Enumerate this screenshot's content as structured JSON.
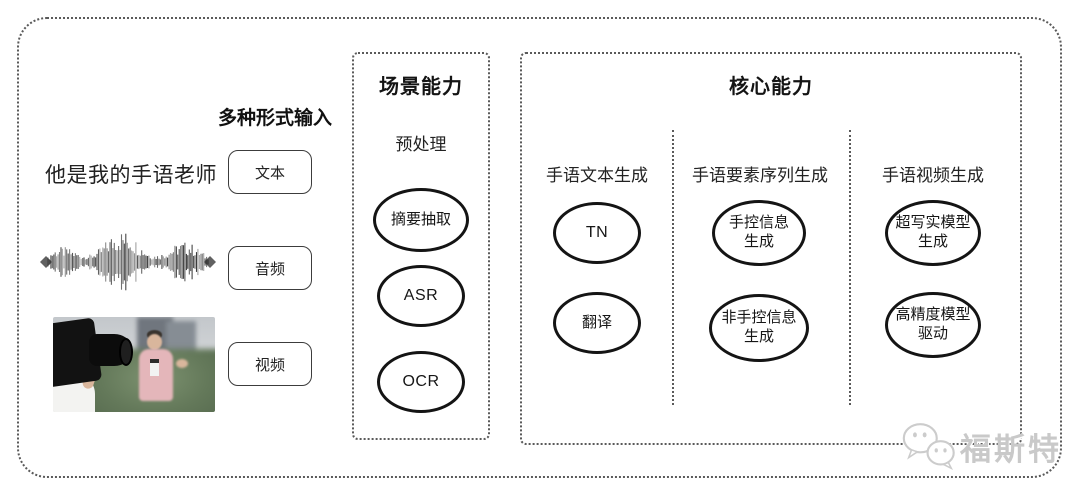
{
  "input_section": {
    "title": "多种形式输入",
    "sample_text": "他是我的手语老师",
    "items": [
      {
        "label": "文本"
      },
      {
        "label": "音频"
      },
      {
        "label": "视频"
      }
    ]
  },
  "scene_box": {
    "title": "场景能力",
    "subtitle": "预处理",
    "nodes": [
      "摘要抽取",
      "ASR",
      "OCR"
    ]
  },
  "core_box": {
    "title": "核心能力",
    "columns": [
      {
        "heading": "手语文本生成",
        "nodes": [
          "TN",
          "翻译"
        ]
      },
      {
        "heading": "手语要素序列生成",
        "nodes": [
          "手控信息\n生成",
          "非手控信息\n生成"
        ]
      },
      {
        "heading": "手语视频生成",
        "nodes": [
          "超写实模型\n生成",
          "高精度模型\n驱动"
        ]
      }
    ]
  },
  "watermark": {
    "text": "福斯特"
  },
  "colors": {
    "border_dotted": "#5a5a5a",
    "ellipse_stroke": "#141414",
    "watermark": "#c9c9c9",
    "waveform": "#222222"
  }
}
